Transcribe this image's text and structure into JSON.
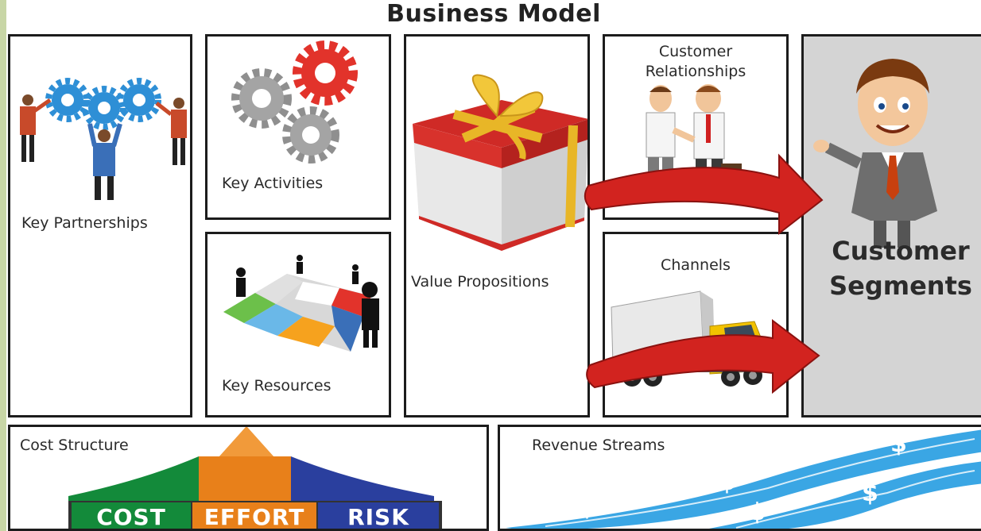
{
  "title": "Business Model",
  "blocks": {
    "key_partnerships": "Key Partnerships",
    "key_activities": "Key Activities",
    "key_resources": "Key Resources",
    "value_propositions": "Value Propositions",
    "customer_relationships": [
      "Customer",
      "Relationships"
    ],
    "channels": "Channels",
    "customer_segments": [
      "Customer",
      "Segments"
    ],
    "cost_structure": "Cost Structure",
    "revenue_streams": "Revenue Streams"
  },
  "cost_bars": [
    "COST",
    "EFFORT",
    "RISK"
  ],
  "revenue_symbol": "$",
  "colors": {
    "background": "#c8d6a6",
    "border": "#1c1c1c",
    "segments_panel": "#d4d4d4",
    "arrow_red": "#d2231f",
    "cost_green": "#138a3a",
    "effort_orange": "#e8801a",
    "risk_blue": "#2a3f9e",
    "revenue_blue": "#3aa6e4",
    "gear_blue": "#2e8fd6",
    "gear_red": "#e2332b"
  },
  "icons": [
    "gears-team-icon",
    "gears-icon",
    "puzzle-people-icon",
    "gift-box-icon",
    "handshake-icon",
    "delivery-truck-icon",
    "businessman-icon",
    "pyramid-icon",
    "money-river-icon"
  ]
}
